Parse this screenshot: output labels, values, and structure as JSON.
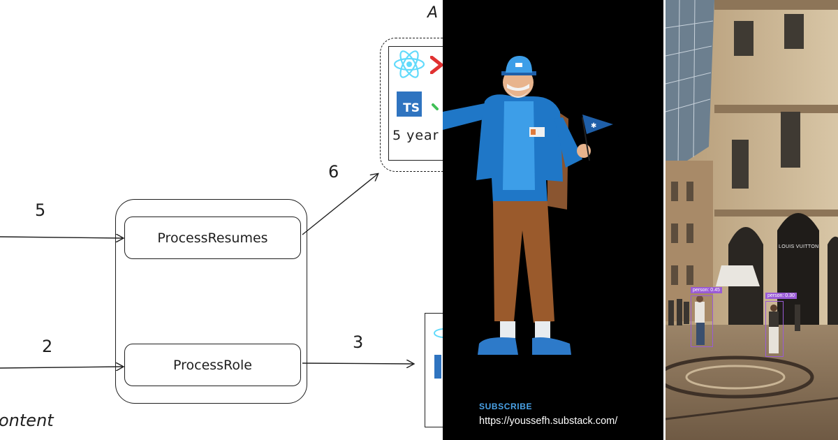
{
  "diagram": {
    "top_partial_label": "A",
    "nodes": {
      "process_resumes": "ProcessResumes",
      "process_role": "ProcessRole"
    },
    "edge_numbers": {
      "e5": "5",
      "e6": "6",
      "e2": "2",
      "e3": "3"
    },
    "content_label": "ontent",
    "output_card": {
      "ts_badge": "TS",
      "years_text": "5 year"
    },
    "icons": [
      "react-icon",
      "cross-icon",
      "typescript-icon",
      "check-icon"
    ]
  },
  "promo": {
    "subscribe_label": "SUBSCRIBE",
    "url": "https://youssefh.substack.com/",
    "colors": {
      "accent": "#4aa3e8",
      "background": "#000000"
    }
  },
  "detection": {
    "store_sign": "LOUIS VUITTON",
    "detections": [
      {
        "label": "person: 0.45",
        "confidence": 0.45
      },
      {
        "label": "person: 0.30",
        "confidence": 0.3
      }
    ],
    "box_color": "#9a5bd6"
  }
}
